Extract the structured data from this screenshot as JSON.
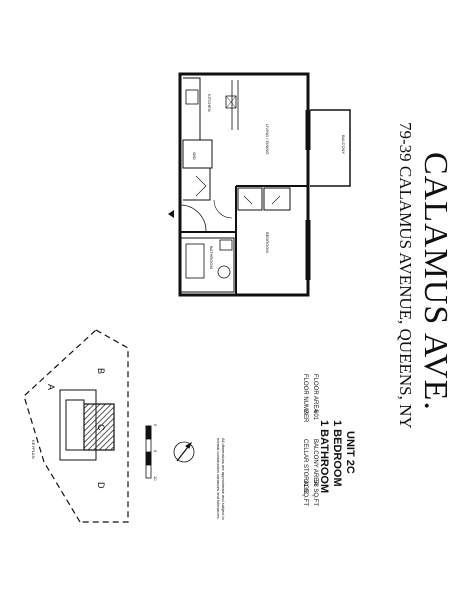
{
  "building": {
    "name": "CALAMUS AVE.",
    "address": "79-39 CALAMUS AVENUE, QUEENS, NY"
  },
  "unit": {
    "unit_label": "UNIT 2C",
    "bedrooms": "1 BEDROOM",
    "bathrooms": "1 BATHROOM",
    "floor_area_label": "FLOOR AREA",
    "floor_area_value": "601",
    "floor_number_label": "FLOOR NUMBER",
    "floor_number_value": "2",
    "balcony_label": "BALCONY AREA",
    "balcony_value": "58 SQ.FT",
    "cellar_label": "CELLAR STORAGE",
    "cellar_value": "31 SQ.FT"
  },
  "plan": {
    "rooms": {
      "living": "LIVING / DINING",
      "bedroom": "BEDROOM",
      "kitchen": "KITCHEN",
      "balcony": "BALCONY",
      "bathroom": "BATHROOM",
      "wd": "W/D"
    }
  },
  "scale": {
    "zero": "0",
    "five": "5",
    "ten": "10"
  },
  "disclaimer": "All dimensions are approximate and subject to normal construction variances and tolerances.",
  "keyplan": {
    "label": "KEYPLAN",
    "letters": [
      "A",
      "B",
      "C",
      "D"
    ]
  }
}
